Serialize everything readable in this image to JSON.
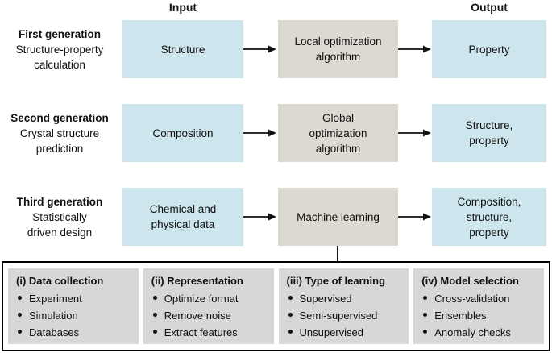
{
  "headers": {
    "input": "Input",
    "output": "Output"
  },
  "rows": [
    {
      "label": {
        "title": "First generation",
        "subtitle_lines": [
          "Structure-property",
          "calculation"
        ]
      },
      "input_lines": [
        "Structure"
      ],
      "process_lines": [
        "Local optimization",
        "algorithm"
      ],
      "output_lines": [
        "Property"
      ]
    },
    {
      "label": {
        "title": "Second generation",
        "subtitle_lines": [
          "Crystal structure",
          "prediction"
        ]
      },
      "input_lines": [
        "Composition"
      ],
      "process_lines": [
        "Global",
        "optimization",
        "algorithm"
      ],
      "output_lines": [
        "Structure,",
        "property"
      ]
    },
    {
      "label": {
        "title": "Third generation",
        "subtitle_lines": [
          "Statistically",
          "driven design"
        ]
      },
      "input_lines": [
        "Chemical and",
        "physical data"
      ],
      "process_lines": [
        "Machine learning"
      ],
      "output_lines": [
        "Composition,",
        "structure,",
        "property"
      ]
    }
  ],
  "panel": {
    "sections": [
      {
        "title": "(i) Data collection",
        "items": [
          "Experiment",
          "Simulation",
          "Databases"
        ]
      },
      {
        "title": "(ii) Representation",
        "items": [
          "Optimize format",
          "Remove noise",
          "Extract features"
        ]
      },
      {
        "title": "(iii) Type of learning",
        "items": [
          "Supervised",
          "Semi-supervised",
          "Unsupervised"
        ]
      },
      {
        "title": "(iv) Model selection",
        "items": [
          "Cross-validation",
          "Ensembles",
          "Anomaly checks"
        ]
      }
    ]
  },
  "colors": {
    "input_output_box": "#cde6ed",
    "process_box": "#dbd9d0",
    "panel_section_box": "#d7d7d7",
    "arrow": "#111111"
  }
}
